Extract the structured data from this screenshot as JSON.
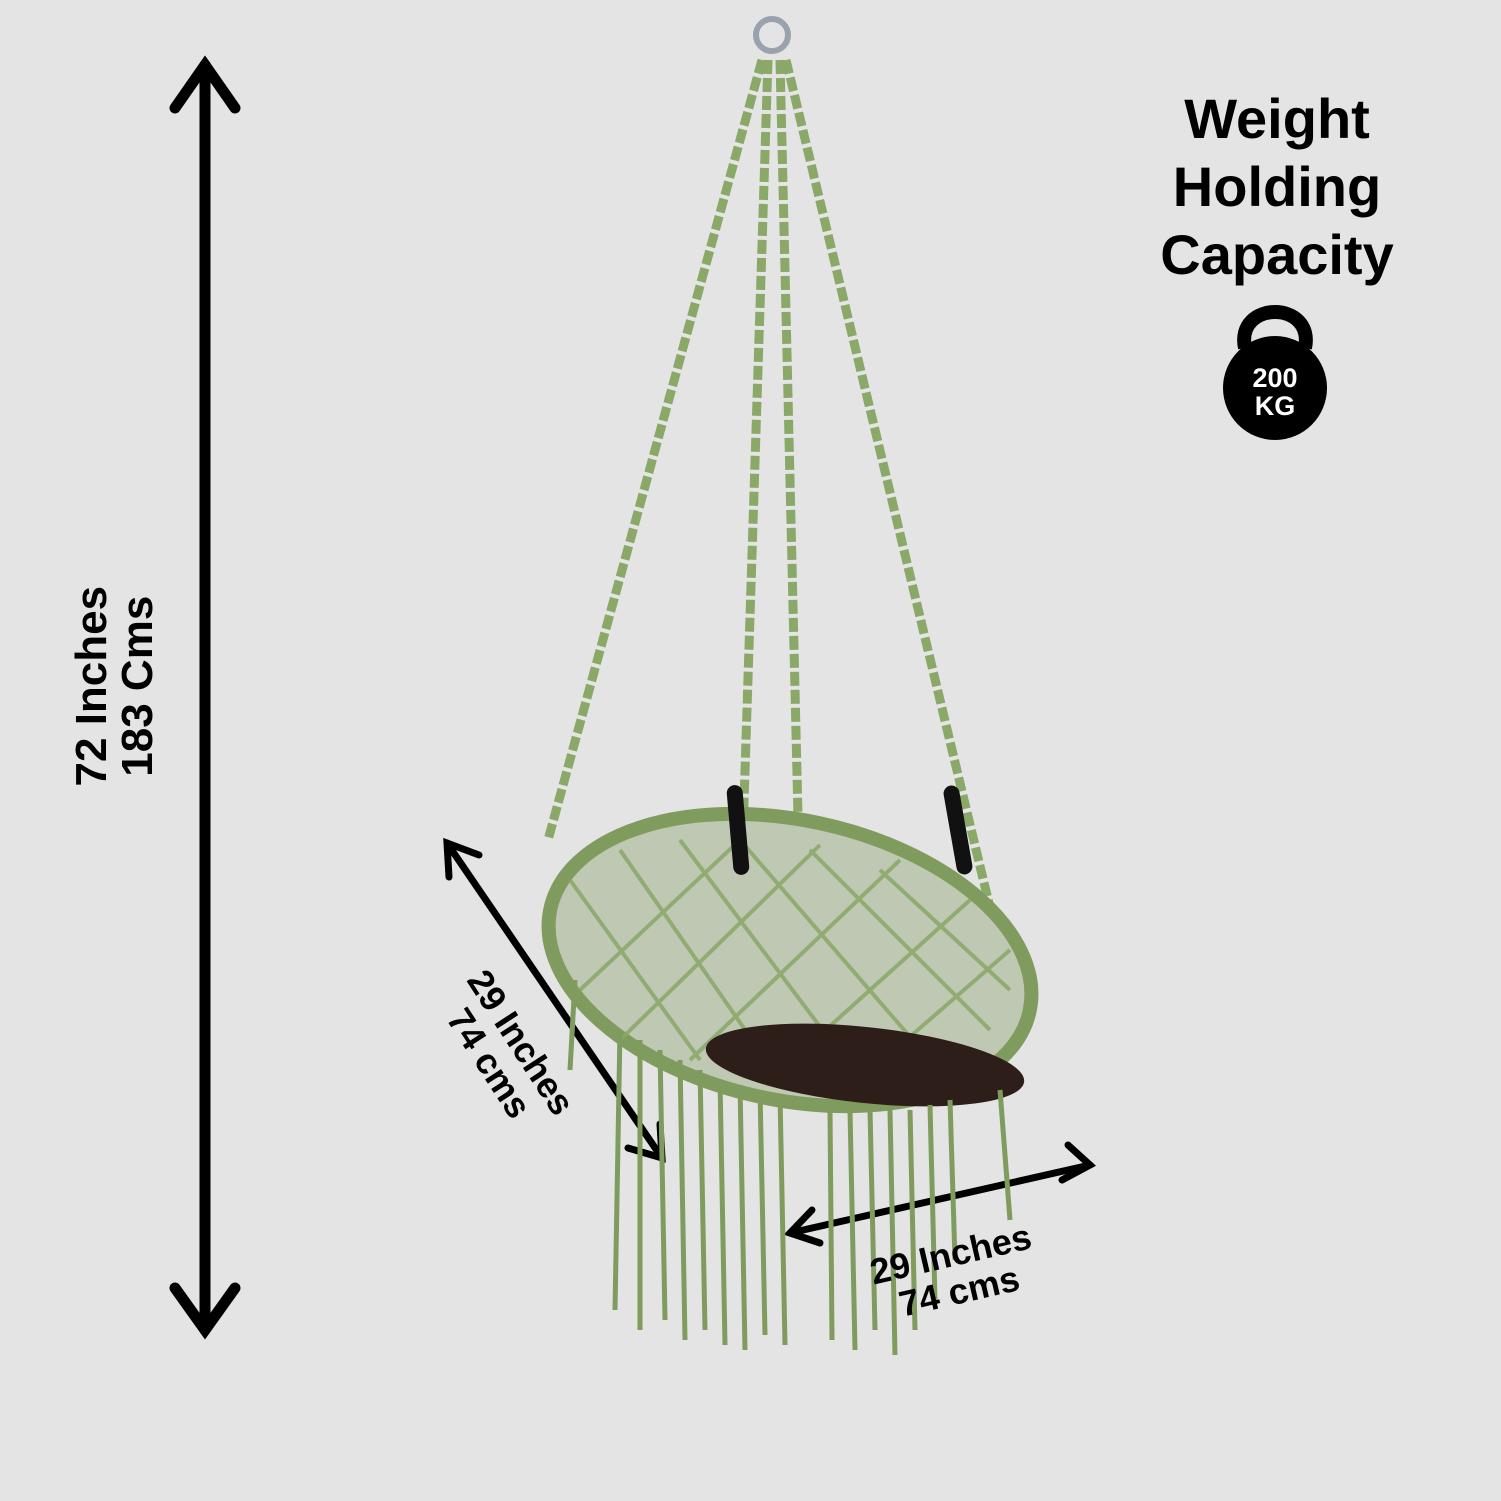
{
  "height_label": {
    "inches": "72 Inches",
    "cms": "183 Cms"
  },
  "depth_label": {
    "inches": "29 Inches",
    "cms": "74 cms"
  },
  "width_label": {
    "inches": "29 Inches",
    "cms": "74 cms"
  },
  "capacity": {
    "title_lines": [
      "Weight",
      "Holding",
      "Capacity"
    ],
    "value": "200",
    "unit": "KG",
    "icon": "kettlebell-icon"
  },
  "colors": {
    "background": "#e4e4e4",
    "rope": "#8aa867",
    "rope_dark": "#5f7a45",
    "cushion": "#2e1e1a",
    "text": "#000000"
  }
}
